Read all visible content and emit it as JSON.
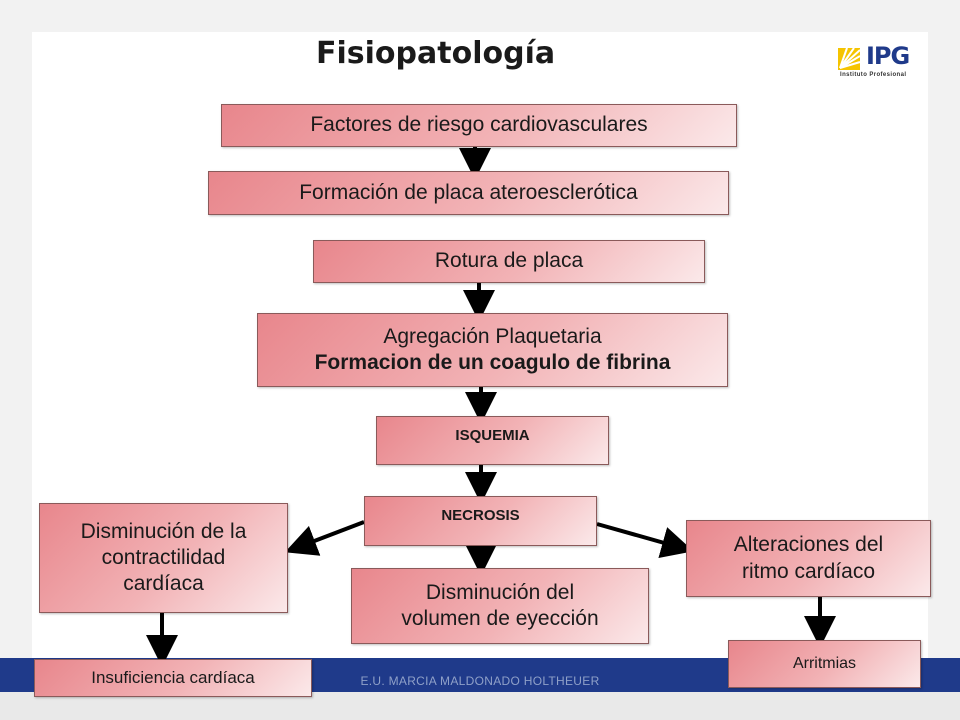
{
  "slide": {
    "title": "Fisiopatología",
    "footer": "E.U. MARCIA MALDONADO HOLTHEUER"
  },
  "logo": {
    "text": "IPG",
    "subtext": "Instituto Profesional"
  },
  "nodes": {
    "factores": "Factores de riesgo cardiovasculares",
    "formacion": "Formación de placa ateroesclerótica",
    "rotura": "Rotura de placa",
    "agregacion_line1": "Agregación Plaquetaria",
    "agregacion_line2": "Formacion de un coagulo de fibrina",
    "isquemia": "ISQUEMIA",
    "necrosis": "NECROSIS",
    "contractilidad_line1": "Disminución de la",
    "contractilidad_line2": "contractilidad",
    "contractilidad_line3": "cardíaca",
    "volumen_line1": "Disminución del",
    "volumen_line2": "volumen de eyección",
    "ritmo_line1": "Alteraciones del",
    "ritmo_line2": "ritmo cardíaco",
    "insuficiencia": "Insuficiencia cardíaca",
    "arritmias": "Arritmias"
  },
  "colors": {
    "box_start": "#e8868c",
    "box_end": "#fbe9ea",
    "band": "#1f3a8a",
    "logo_yellow": "#f5c400"
  }
}
